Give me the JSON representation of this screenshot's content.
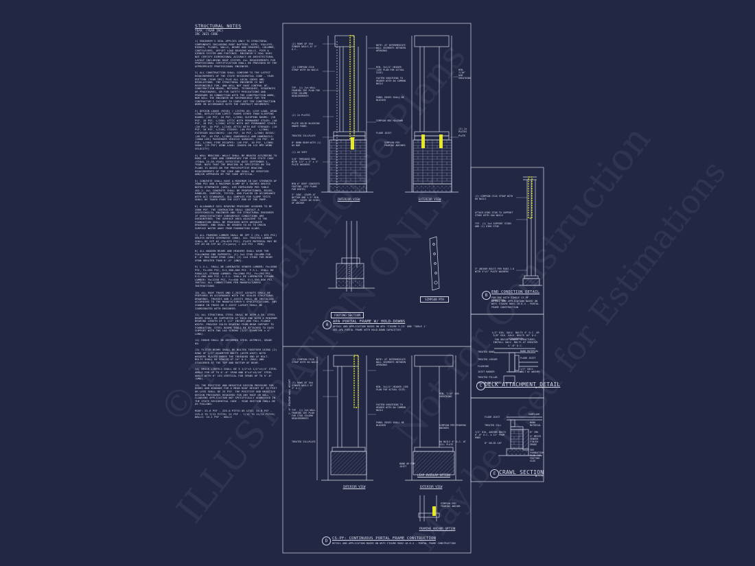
{
  "notes": {
    "title": "STRUCTURAL NOTES",
    "sub1": "YEAR: (YEAR IRC)",
    "sub2": "IRC 2021 CODE",
    "paragraphs": [
      "1) ENGINEER'S SEAL APPLIES ONLY TO STRUCTURAL COMPONENTS INCLUDING ROOF RAFTERS, HIPS, VALLEYS, RIDGES, FLOORS, WALLS, BEAMS AND HEADERS, COLUMNS, CANTILEVERS, OFFSET LOAD BEARING WALLS, PIER & GIRDER SYSTEM AND FOOTINGS. ENGINEER'S SEAL DOES NOT CERTIFY DIMENSIONAL ACCURACY OR ARCHITECTURAL LAYOUT INCLUDING ROOF SYSTEM. ALL REQUIREMENTS FOR PROFESSIONAL CERTIFICATION SHALL BE PROVIDED BY THE APPROPRIATE PROFESSIONAL ENGINEER.",
      "2) ALL CONSTRUCTION SHALL CONFORM TO THE LATEST REQUIREMENTS OF THE STATE RESIDENTIAL CODE - YEAR EDITION (YEAR IRC) PLUS ALL LOCAL CODES AND REGULATIONS. THE STRUCTURAL ENGINEER IS NOT RESPONSIBLE FOR, AND WILL NOT HAVE CONTROL OF, CONSTRUCTION MEANS, METHODS, TECHNIQUES, SEQUENCES OR PROCEDURES, OR FOR SAFETY PRECAUTIONS AND PROGRAMS IN CONNECTION WITH THE CONSTRUCTION WORK, NOR WILL THE ENGINEER BE RESPONSIBLE FOR THE CONTRACTOR'S FAILURE TO CARRY OUT THE CONSTRUCTION WORK IN ACCORDANCE WITH THE CONTRACT DOCUMENTS.",
      "3) DESIGN LOADS (RISK) / LISTED AS: LIVE LOAD, DEAD LOAD, DEFLECTION LIMIT: ROOMS OTHER THAN SLEEPING ROOMS: (40 PSF, 10 PSF, L/360) SLEEPING ROOMS: (30 PSF, 10 PSF, L/360) ATTIC WITH PERMANENT STAIR: (40 PSF, 10 PSF, L/360) ATTIC WITH OUT PERMANENT STAIR: (20 PSF, 10 PSF, L/240) ATTIC WITH OUT STORAGE: (10 PSF, 10 PSF, L/240) STAIRS: (40 PSF, -- L/360) EXTERIOR BALCONIES: (40 PSF, 10 PSF, L/360) DECKS: (40 PSF, 10 PSF, L/360) GUARDRAILS AND HANDRAILS: (200# LBS) PASSENGER VEHICLE GARAGES: (50 PSF, 10 PSF, L/360) FIRE ESCAPES: (40 PSF, 10 PSF, L/360) SNOW: (25 PSF) WIND LOAD: (BASED ON 115 MPH WIND VELOCITY)",
      "4) WALL BRACING: WALLS SHALL BE BRACED ACCORDING TO R602.10 - CODE AND COMMENTARY FOR YEAR STATE CODE (FINAL 25-05-YEAR) EFFECTIVE DATE SEPTEMBER 1, YEAR. NOTE THAT THE BRACING AS SPECIFIED ON THE PLANS IS BASED ON THE PRESCRIPTIVE BRACING REQUIREMENTS OF THE CODE AND SHALL BE VERIFIED AND/OR APPROVED BY THE CODE OFFICIAL.",
      "5) CONCRETE SHALL HAVE A MINIMUM 28 DAY STRENGTH OF 3000 PSI AND A MAXIMUM SLUMP OF 5 INCHES UNLESS NOTED OTHERWISE (UNO). AIR ENTRAINED PER TABLE 402.2. ALL CONCRETE SHALL BE PROPORTIONED, MIXED, HANDLED, SAMPLED, TESTED, AND PLACED IN ACCORDANCE WITH ACI STANDARDS. ALL SAMPLES FOR SLUMP TESTS SHALL BE TAKEN FROM THE EXIT END OF THE PUMP.",
      "6) ALLOWABLE SOIL BEARING PRESSURE ASSUMED TO BE 2000 PSF. THE CONTRACTOR SHALL CONTACT A GEOTECHNICAL ENGINEER AND THE STRUCTURAL ENGINEER IF UNSATISFACTORY SUBSURFACE CONDITIONS ARE ENCOUNTERED. THE SURFACE AREA ADJACENT TO THE FOUNDATION SHALL BE PROVIDED WITH ADEQUATE DRAINAGE, AND SHALL BE GRADED SO AS TO DRAIN SURFACE WATER AWAY FROM FOUNDATION SLABS.",
      "7) ALL FRAMING LUMBER SHALL BE SPF 2 (Fb = 875 PSI) UNLESS NOTED OTHERWISE (UNO). ALL TREATED LUMBER SHALL BE SYP #2 (Fb=875 PSI). PLATE MATERIAL MAY BE SPF #3 OR SYP #3 (Fc(perp) = 425 PSI - MIN).",
      "8) ALL WOODEN BEAMS AND HEADERS SHALL HAVE THE FOLLOWING END SUPPORTS: (1) 2x4 STUD COLUMN FOR 6'-0\" MAX BEAM SPAN (UNO) (2) 2x4 STUDS FOR BEAM SPAN GREATER THAN 6'-0\" (UNO).",
      "9) L.V.L. SHALL BE LAMINATED VENEER LUMBER: Fb=2600 PSI, Fv=285 PSI, E=1,900,000 PSI. P.S.L. SHALL BE PARALLEL STRAND LUMBER: Fb=2900 PSI, Fv=290 PSI, E=2,000,000 PSI. L.S.L. SHALL BE LAMINATED STRAND LUMBER: Fb=2250 PSI, Fv=400 PSI, E=1,550,000 PSI. INSTALL ALL CONNECTIONS PER MANUFACTURERS INSTRUCTIONS.",
      "10) ALL ROOF TRUSS AND I-JOIST LAYOUTS SHALL BE PREPARED IN ACCORDANCE WITH THE SEALED STRUCTURAL DRAWINGS. TRUSSES AND I-JOISTS SHALL BE INSTALLED ACCORDING TO THE MANUFACTURER'S SPECIFICATIONS. ANY CHANGE IN TRUSS OR I-JOIST LAYOUT SHALL BE COORDINATED WITH ENGINEER.",
      "11) ALL STRUCTURAL STEEL SHALL BE ASTM A-36. STEEL BEAMS SHALL BE SUPPORTED AT EACH END WITH A MINIMUM BEARING LENGTH OF 3 1/2\" INCHES AND FULL FLANGE WIDTH. PROVIDE SOLID BEARING FROM BEAM SUPPORT TO FOUNDATION. STEEL BEAMS SHALL BE ATTACHED TO EACH SUPPORT WITH TWO LAG SCREWS (1/2\" DIAMETER x 4\" LONG).",
      "12) REBAR SHALL BE DEFORMED STEEL ASTM615, GRADE 60.",
      "13) FLITCH BEAMS SHALL BE BOLTED TOGETHER USING (2) ROWS OF 1/2\" DIAMETER BOLTS (ASTM A307) WITH WASHERS PLACED UNDER THE THREADED END OF BOLT. BOLTS SHALL BE SPACED AT 24\" O.C. (MAX) AND STAGGERED AT THE TOP AND BOTTOM OF BEAM.",
      "14) BRICK LINTELS SHALL BE 3 1/2\"x3 1/2\"x1/4\" STEEL ANGLE FOR UP TO 6'-0\" SPAN AND 6\"x4\"x5/16\" STEEL ANGLE WITH 6\" LEG VERTICAL FOR SPANS UP TO 9'-0\" (UNO).",
      "15) THE POSITIVE AND NEGATIVE DESIGN PRESSURE FOR DOORS AND WINDOWS FOR A MEAN ROOF HEIGHT OF 35 FEET OR LESS SHALL BE 25 PSF. THE POSITIVE AND NEGATIVE DESIGN PRESSURES REQUIRED FOR ANY ROOF OR WALL CLADDING APPLICATION NOT SPECIFICALLY ADDRESSED IN THE STATE RESIDENTIAL CODE - YEAR EDITION SHALL BE AS FOLLOWS:",
      "ROOF: 25.6 PSF - 225-0 PITCH OR LESS; 34.8 PSF - 225-0 TO 7/12 PITCH; 21 PSF - 7/12 TO 12/12 PITCH; WALLS: 24.1 PSF - WALLS"
    ]
  },
  "apa_portal": {
    "label_interior": "INTERIOR VIEW",
    "label_exterior": "EXTERIOR VIEW",
    "label_footing": "FOOTING SECTION",
    "label_strap": "SIMPSON MTH",
    "number": "A",
    "caption": "APA PORTAL FRAME W/ HOLD-DOWNS",
    "caption_sub1": "DETAIL AND APPLICATION BASED ON APA 'FIGURE 5.23' AND 'TABLE 1'",
    "caption_sub2": "SEE APA PORTAL FRAME WITH HOLD-DOWN CAPACITIES",
    "callouts_left": [
      "(2) ROWS OF 16d SINKER NAILS AT 3\" O.C.",
      "(2) SIMPSON CS16 STRAP WITH 8d NAILS",
      "TYP. (1) 2x4 WALL FRAMING SEE PLAN FOR STUD COLUMN REQUIREMENTS",
      "(2) 2x PLATES",
      "PLATE SOLID BLOCKING UNDER PANEL",
      "TREATED SILLPLATE",
      "8\" BOND BEAM WITH (1) #4 BAR",
      "(1) #4 VERT",
      "5/8\" THREADED ROD WITH 1/2\" x 3\" x 3\" PLATE WASHERS",
      "MIN 6\" DEEP CONCRETE FOOTING (SEE PLANS FOR WIDTH)",
      "3\" CONC. COVER AT BOTTOM AND 1.5\" MIN. CONC. COVER ON SIDES OF ANCHOR"
    ],
    "callouts_right": [
      "NOTE: AT INTERMEDIATE WALL SEGMENTS BETWEEN OPENINGS",
      "MIN. 3x1/2\" HEADER (SEE PLAN FOR ACTUAL SIZE)",
      "FASTEN SHEATHING TO HEADER WITH 8d COMMON NAILS",
      "PANEL EDGES SHALL BE BLOCKED",
      "SIMPSON HDU HOLDOWN",
      "FLOOR JOIST"
    ],
    "callouts_right2": [
      "MIN. 7/16\" OSB SHEATHING",
      "(2) 2x PLATES",
      "PLATE",
      "SIMPSON MTH FRAMING ANCHORS"
    ]
  },
  "end_condition": {
    "callouts": [
      "(2) SIMPSON CS16 STRAP WITH 8d NAILS",
      "ATTACH KING STUD TO SUPPORT STUDS WITH 10d NAILS",
      "TYP. (1) 2x4 SUPPORT STUDS AND (1) KING STUD",
      "3\" ANCHOR BOLTS PER R403.1.6 WITH 3\"x3\" PLATE WASHERS"
    ],
    "number": "B",
    "caption": "END CONDITION DETAIL",
    "caption_sub1": "FOR USE WITH SINGLE CS-PF CONDITION.",
    "caption_sub2": "DETAIL AND APPLICATION BASED ON WSFC FIGURE R602.10.6.4 - PORTAL FRAME CONSTRUCTION"
  },
  "deck_attachment": {
    "top_notes": [
      "1/2\" DIA. GALV. BOLTS 4\" O.C. OR 5/8\" DIA. GALV. BOLTS 16\" O.C. (STAGGERED)",
      "FOR BRICK VENEER STRUCTURES, INSTALL GALV. BOLTS AT GREATER 4'-0\" O.C."
    ],
    "callouts": [
      "TREATED BAND",
      "BAND MATERIAL",
      "FLOOR JOIST",
      "TREATED LEDGER",
      "FLASHING",
      "1/2\" GALV. BOLT W/ WASHER",
      "JOIST HANGER",
      "TREATED PILLAR",
      "ANCHOR BOLT BOARD"
    ],
    "number": "C",
    "caption": "DECK ATTACHMENT DETAIL",
    "scale": "N.T.S."
  },
  "crawl_section": {
    "callouts": [
      "SUBFLOOR",
      "FLOOR JOIST",
      "BAND MATERIAL",
      "TREATED SILL",
      "1/2\" DIA. ANCHOR BOLTS 6'-0\" O.C. & 12\" FROM ENDS",
      "8\" CMU",
      "4\" BRICK VENEER",
      "FINISH GRADE",
      "8\" SOLID CAP",
      "SEE FOUNDATION PLAN FOR FOOTING SIZE"
    ],
    "number": "E",
    "caption": "CRAWL SECTION",
    "scale": "N.T.S."
  },
  "cs_pf": {
    "label_interior": "INTERIOR VIEW",
    "label_exterior": "EXTERIOR VIEW",
    "label_overlap": "LEAP OVERLAP OPTION",
    "label_anchor": "FRAMING ANCHOR OPTION",
    "number": "D",
    "caption": "CS-PF: CONTINUOUS PORTAL FRAME CONSTRUCTION",
    "caption_sub1": "DETAIL AND APPLICATION BASED ON WSFC FIGURE R602.10.6.4 - PORTAL FRAME CONSTRUCTION",
    "callouts_left": [
      "(2) SIMPSON CS16 STRAP WITH 8d NAILS",
      "(2) ROWS OF 16d SINKER NAILS AT 3\" O.C.",
      "TYP. (1) 2x4 WALL FRAMING SEE PLAN FOR STUD COLUMN REQUIREMENTS",
      "TREATED SILLPLATE"
    ],
    "callouts_right": [
      "NOTE: AT INTERMEDIATE WALL SEGMENTS BETWEEN OPENINGS",
      "MIN. 3x1/2\" HEADER (SEE PLAN FOR ACTUAL SIZE)",
      "FASTEN SHEATHING TO HEADER WITH 8d COMMON NAILS",
      "PANEL EDGES SHALL BE BLOCKED",
      "8d NAILS 6\" O.C. AT SILL PLATE",
      "MIN. 7/16\" OSB SHEATHING",
      "SIMPSON MTH FRAMING ANCHORS",
      "BAND OR RIM JOIST"
    ],
    "callout_anchor": "SIMPSON MTH FRAMING ANCHOR",
    "vertical_dim": "2'-6\" MINIMUM WALL HEIGHT"
  },
  "watermarks": [
    "© Maverick House Plans",
    "ILLUSTRATION ONLY",
    "Not for Construction",
    "May be Used for Estimations"
  ],
  "colors": {
    "background": "#222844",
    "linework": "#d8dcea",
    "highlight": "#e6e82a"
  }
}
